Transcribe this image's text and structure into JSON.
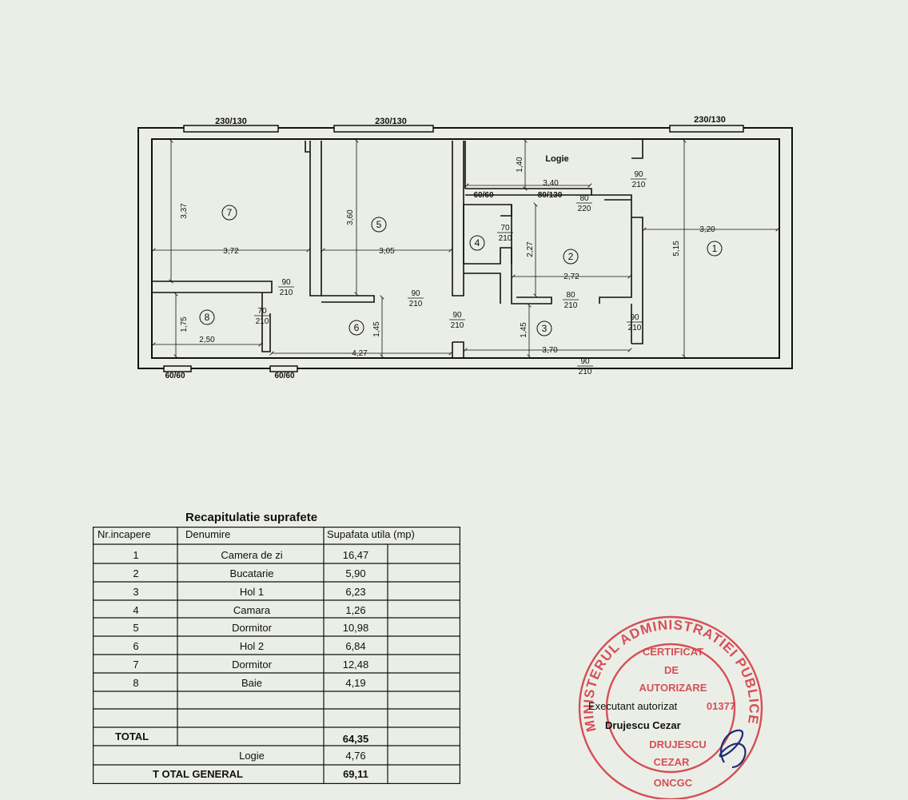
{
  "plan": {
    "top_windows": [
      "230/130",
      "230/130",
      "230/130"
    ],
    "loggia_label": "Logie",
    "dimensions": {
      "r7_height": "3,37",
      "r7_width": "3,72",
      "r5_height": "3,60",
      "r5_width": "3,05",
      "loggia_depth": "1,40",
      "loggia_width": "3,40",
      "r2_height": "2,27",
      "r2_width": "2,72",
      "r1_width": "3,20",
      "r1_height": "5,15",
      "r8_height": "1,75",
      "r8_width": "2,50",
      "r6_height": "1,45",
      "r6_width": "4,27",
      "r3_height": "1,45",
      "r3_width": "3,70"
    },
    "room_numbers": [
      "1",
      "2",
      "3",
      "4",
      "5",
      "6",
      "7",
      "8"
    ],
    "door_labels": [
      {
        "w": "90",
        "h": "210"
      },
      {
        "w": "80",
        "h": "220"
      },
      {
        "w": "70",
        "h": "210"
      },
      {
        "w": "90",
        "h": "210"
      },
      {
        "w": "90",
        "h": "210"
      },
      {
        "w": "80",
        "h": "210"
      },
      {
        "w": "70",
        "h": "210"
      },
      {
        "w": "90",
        "h": "210"
      },
      {
        "w": "90",
        "h": "210"
      },
      {
        "w": "90",
        "h": "210"
      }
    ],
    "small_windows": [
      "60/60",
      "80/130",
      "60/60",
      "60/60"
    ]
  },
  "recap": {
    "title": "Recapitulatie suprafete",
    "headers": [
      "Nr.incapere",
      "Denumire",
      "Supafata utila (mp)"
    ],
    "rows": [
      {
        "nr": "1",
        "name": "Camera de zi",
        "area": "16,47"
      },
      {
        "nr": "2",
        "name": "Bucatarie",
        "area": "5,90"
      },
      {
        "nr": "3",
        "name": "Hol 1",
        "area": "6,23"
      },
      {
        "nr": "4",
        "name": "Camara",
        "area": "1,26"
      },
      {
        "nr": "5",
        "name": "Dormitor",
        "area": "10,98"
      },
      {
        "nr": "6",
        "name": "Hol 2",
        "area": "6,84"
      },
      {
        "nr": "7",
        "name": "Dormitor",
        "area": "12,48"
      },
      {
        "nr": "8",
        "name": "Baie",
        "area": "4,19"
      }
    ],
    "total_label": "TOTAL",
    "total_value": "64,35",
    "loggia_label": "Logie",
    "loggia_value": "4,76",
    "grand_total_label": "T OTAL GENERAL",
    "grand_total_value": "69,11"
  },
  "stamp": {
    "ring_text": "MINISTERUL ADMINISTRATIEI PUBLICE",
    "line1": "CERTIFICAT",
    "line2": "DE",
    "line3": "AUTORIZARE",
    "number": "01377",
    "name1": "DRUJESCU",
    "name2": "CEZAR",
    "org": "ONCGC",
    "executant_title": "Executant autorizat",
    "executant_name": "Drujescu Cezar",
    "ink_color": "#d2343f"
  }
}
